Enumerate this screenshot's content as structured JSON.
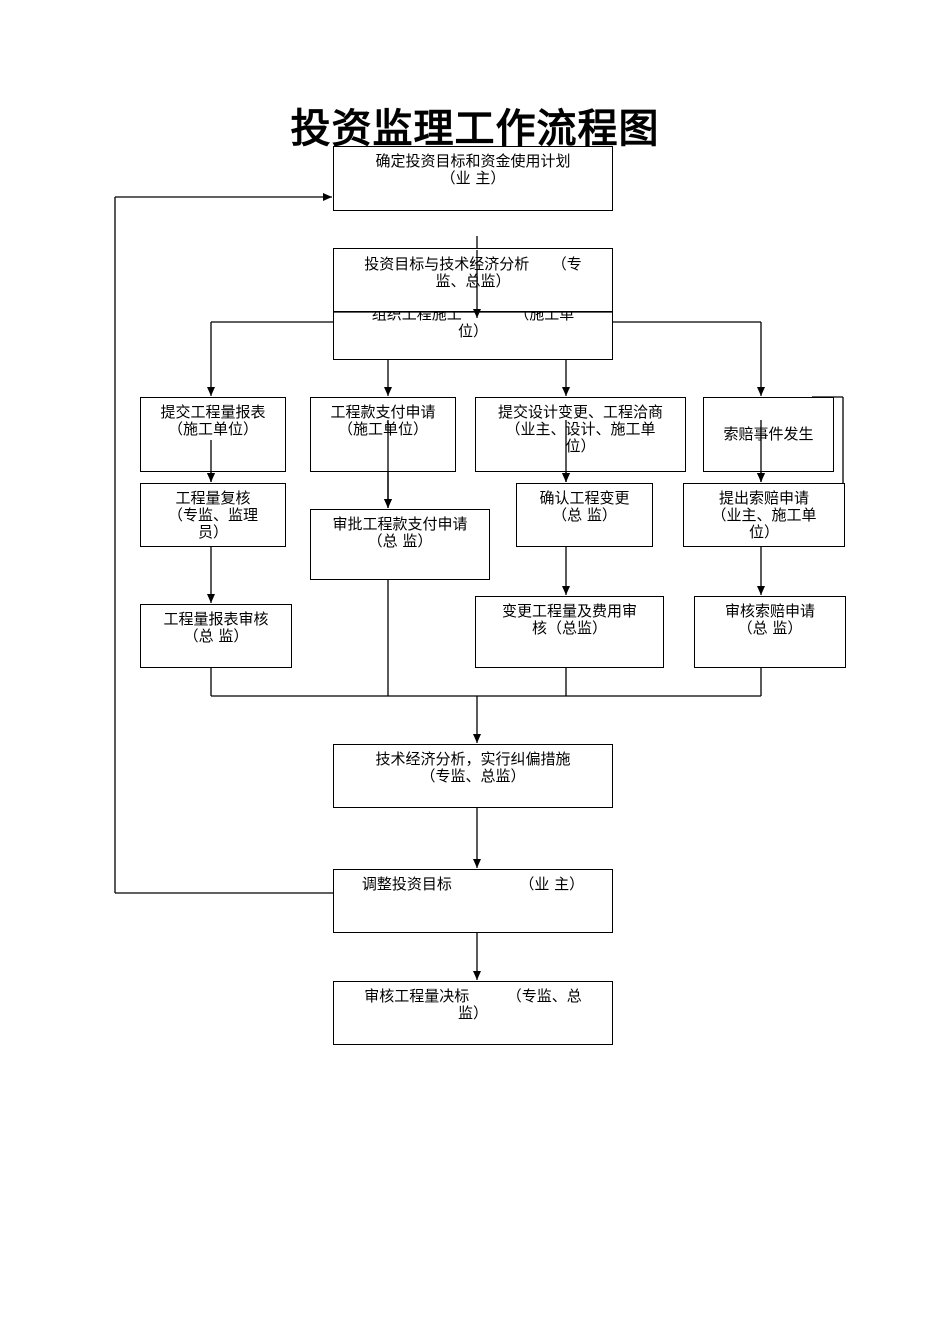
{
  "title": "投资监理工作流程图",
  "boxes": {
    "b1": {
      "l1": "确定投资目标和资金使用计划",
      "l2": "（业 主）"
    },
    "b2": {
      "l1": "投资目标与技术经济分析　　（专",
      "l2": "监、总监）"
    },
    "b3": {
      "l1": "组织工程施工　　　　（施工单",
      "l2": "位）"
    },
    "b4": {
      "l1": "提交工程量报表",
      "l2": "（施工单位）"
    },
    "b5": {
      "l1": "工程款支付申请",
      "l2": "（施工单位）"
    },
    "b6": {
      "l1": "提交设计变更、工程洽商",
      "l2": "（业主、设计、施工单",
      "l3": "位）"
    },
    "b7": {
      "l1": "索赔事件发生"
    },
    "b8": {
      "l1": "工程量复核",
      "l2": "（专监、监理",
      "l3": "员）"
    },
    "b9": {
      "l1": "审批工程款支付申请",
      "l2": "（总 监）"
    },
    "b10": {
      "l1": "确认工程变更",
      "l2": "（总 监）"
    },
    "b11": {
      "l1": "提出索赔申请",
      "l2": "（业主、施工单",
      "l3": "位）"
    },
    "b12": {
      "l1": "工程量报表审核",
      "l2": "（总 监）"
    },
    "b13": {
      "l1": "变更工程量及费用审",
      "l2": "核（总监）"
    },
    "b14": {
      "l1": "审核索赔申请",
      "l2": "（总 监）"
    },
    "b15": {
      "l1": "技术经济分析，实行纠偏措施",
      "l2": "（专监、总监）"
    },
    "b16": {
      "l1": "调整投资目标　　　　　（业 主）"
    },
    "b17": {
      "l1": "审核工程量决标　　　（专监、总",
      "l2": "监）"
    }
  }
}
